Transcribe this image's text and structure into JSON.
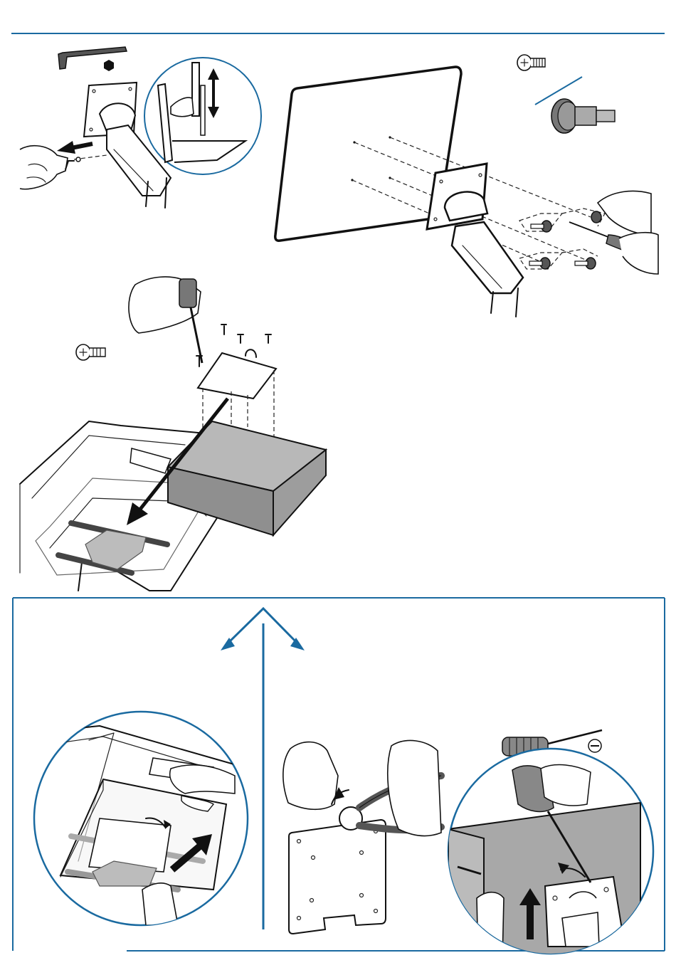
{
  "colors": {
    "accent": "#1a6aa0",
    "ink": "#111111",
    "box_fill": "#8f8f8f",
    "box_top": "#b8b8b8",
    "wall_fill": "#a8a8a8"
  },
  "icons": [
    "hex-key-icon",
    "hex-nut-icon",
    "phillips-screw-icon",
    "thumb-screw-icon",
    "screwdriver-icon",
    "flathead-slot-icon",
    "pliers-icon"
  ],
  "panels": [
    {
      "name": "remove-screw-adjust-height"
    },
    {
      "name": "mount-monitor-to-vesa-plate"
    },
    {
      "name": "mount-box-under-plate"
    },
    {
      "name": "slide-plate-into-bracket"
    },
    {
      "name": "break-tab-with-pliers"
    },
    {
      "name": "release-plate-with-screwdriver"
    }
  ]
}
